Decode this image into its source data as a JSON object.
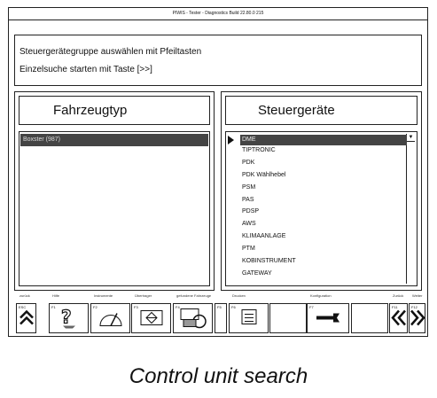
{
  "window": {
    "title": "PIWIS - Tester - Diagnostics Build 22.80.0 215"
  },
  "instructions": {
    "line1": "Steuergerätegruppe auswählen mit Pfeiltasten",
    "line2": "Einzelsuche starten mit Taste [>>]"
  },
  "left_panel": {
    "title": "Fahrzeugtyp",
    "selected_item": "Boxster (987)"
  },
  "right_panel": {
    "title": "Steuergeräte",
    "items": [
      "DME",
      "TIPTRONIC",
      "PDK",
      "PDK Wählhebel",
      "PSM",
      "PAS",
      "PDSP",
      "AWS",
      "KLIMAANLAGE",
      "PTM",
      "KOBINSTRUMENT",
      "GATEWAY"
    ],
    "selected_index": 0
  },
  "fkeys": [
    {
      "num": "ESC",
      "caption": "zurück",
      "icon": "chevron-up-icon"
    },
    {
      "num": "F1",
      "caption": "Hilfe",
      "icon": "help-icon"
    },
    {
      "num": "F2",
      "caption": "Instrumente",
      "icon": "gauge-icon"
    },
    {
      "num": "F3",
      "caption": "Übertrager",
      "icon": "transfer-icon"
    },
    {
      "num": "F4",
      "caption": "gefundene Fahrzeuge",
      "icon": "vehicle-print-icon"
    },
    {
      "num": "F5",
      "caption": "",
      "icon": ""
    },
    {
      "num": "F6",
      "caption": "Drucken",
      "icon": "print-icon"
    },
    {
      "num": "",
      "caption": "",
      "icon": ""
    },
    {
      "num": "F7",
      "caption": "Konfiguration",
      "icon": "wrench-icon"
    },
    {
      "num": "",
      "caption": "",
      "icon": ""
    },
    {
      "num": "F11",
      "caption": "Zurück",
      "icon": "double-left-icon"
    },
    {
      "num": "F12",
      "caption": "Weiter",
      "icon": "double-right-icon"
    }
  ],
  "caption": "Control unit search"
}
